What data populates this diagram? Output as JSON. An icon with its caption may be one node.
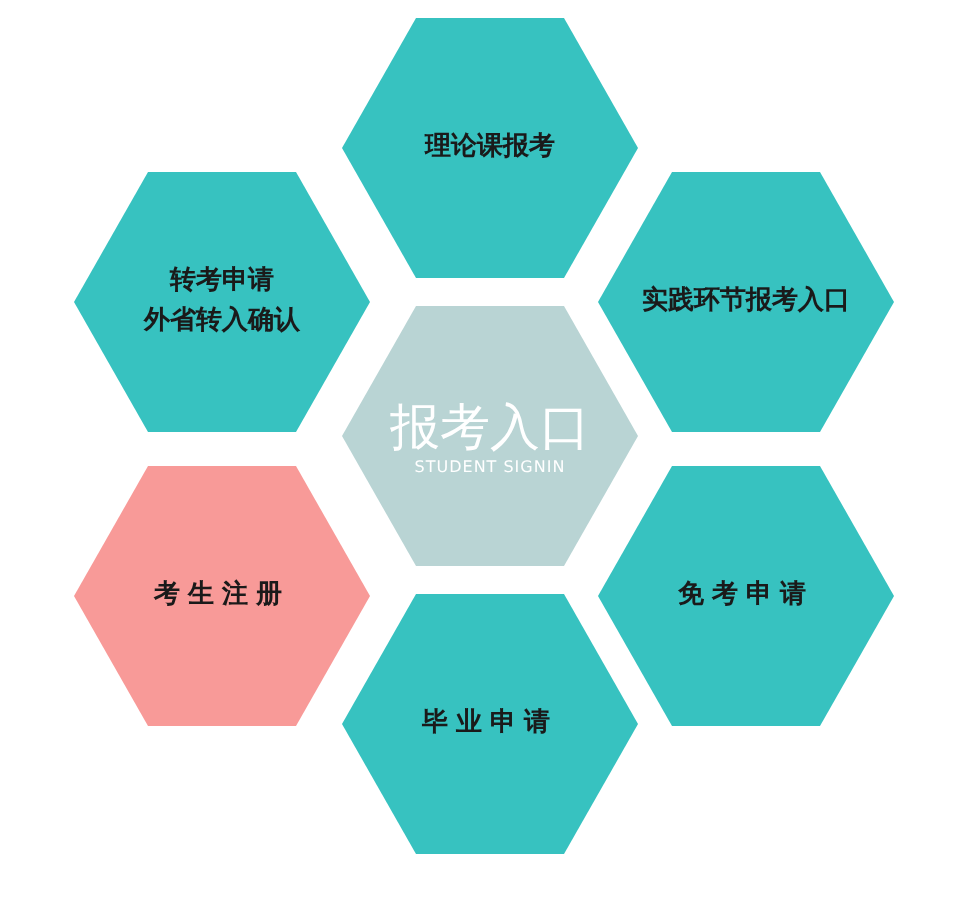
{
  "diagram": {
    "nodes": [
      {
        "text": [
          "理论课报考"
        ]
      },
      {
        "text": [
          "转考申请",
          "外省转入确认"
        ]
      },
      {
        "text": [
          "实践环节报考入口"
        ]
      },
      {
        "text": [
          "报考入口",
          "STUDENT SIGNIN"
        ]
      },
      {
        "text": [
          "考生注册"
        ]
      },
      {
        "text": [
          "免考申请"
        ]
      },
      {
        "text": [
          "毕业申请"
        ]
      }
    ]
  }
}
